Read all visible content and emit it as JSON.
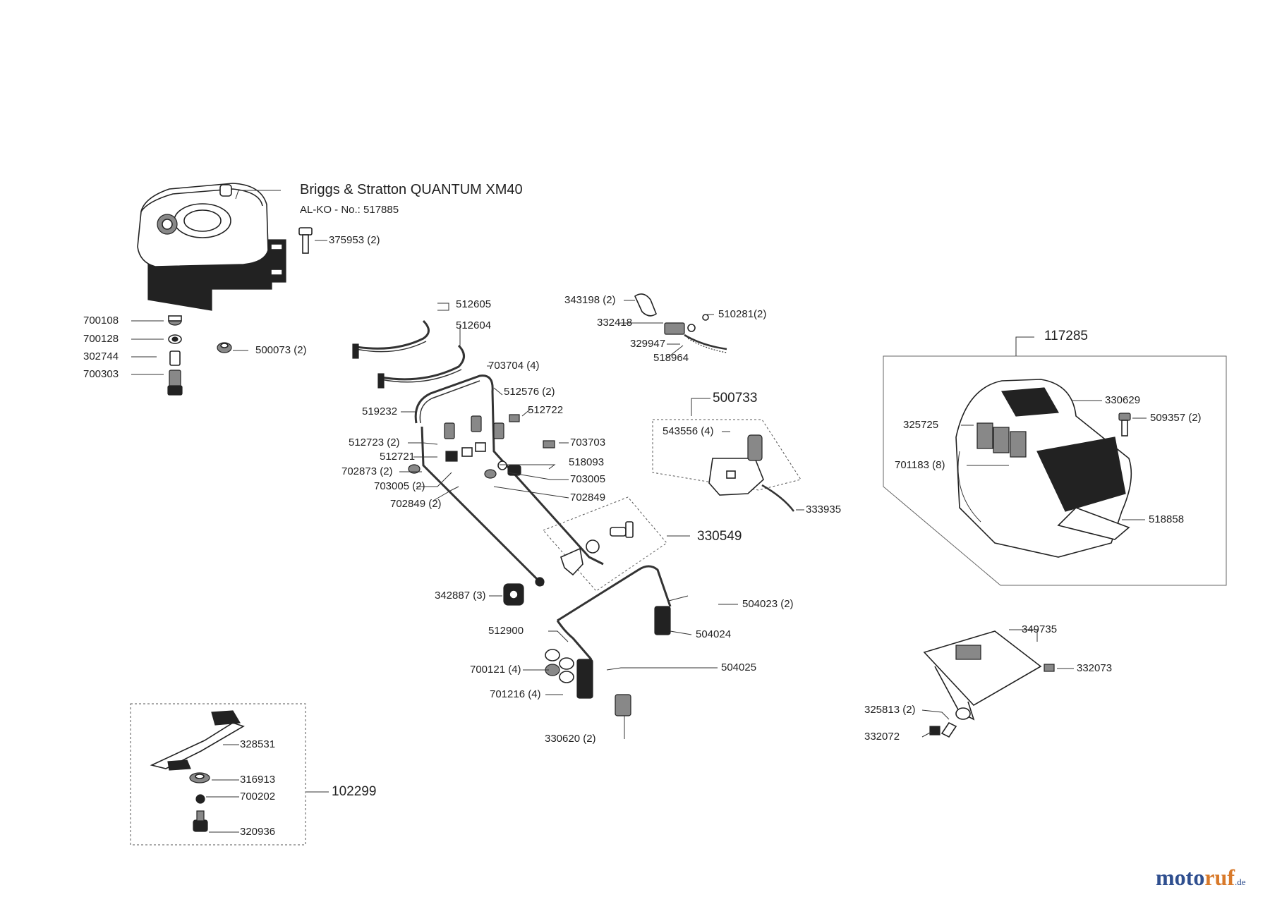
{
  "engine": {
    "title": "Briggs & Stratton QUANTUM XM40",
    "subtitle": "AL-KO - No.: 517885"
  },
  "logo": {
    "main": "motoruf",
    "suffix": ".de"
  },
  "parts": [
    {
      "id": "p375953",
      "text": "375953 (2)"
    },
    {
      "id": "p700108",
      "text": "700108"
    },
    {
      "id": "p700128",
      "text": "700128"
    },
    {
      "id": "p302744",
      "text": "302744"
    },
    {
      "id": "p700303",
      "text": "700303"
    },
    {
      "id": "p500073",
      "text": "500073 (2)"
    },
    {
      "id": "p512605",
      "text": "512605"
    },
    {
      "id": "p512604",
      "text": "512604"
    },
    {
      "id": "p703704",
      "text": "703704 (4)"
    },
    {
      "id": "p512576",
      "text": "512576 (2)"
    },
    {
      "id": "p519232",
      "text": "519232"
    },
    {
      "id": "p512722",
      "text": "512722"
    },
    {
      "id": "p512723",
      "text": "512723 (2)"
    },
    {
      "id": "p703703",
      "text": "703703"
    },
    {
      "id": "p512721",
      "text": "512721"
    },
    {
      "id": "p518093",
      "text": "518093"
    },
    {
      "id": "p702873",
      "text": "702873 (2)"
    },
    {
      "id": "p703005b",
      "text": "703005"
    },
    {
      "id": "p703005a",
      "text": "703005 (2)"
    },
    {
      "id": "p702849b",
      "text": "702849"
    },
    {
      "id": "p702849a",
      "text": "702849 (2)"
    },
    {
      "id": "p330549",
      "text": "330549",
      "big": true
    },
    {
      "id": "p342887",
      "text": "342887 (3)"
    },
    {
      "id": "p343198",
      "text": "343198 (2)"
    },
    {
      "id": "p510281",
      "text": "510281(2)"
    },
    {
      "id": "p332418",
      "text": "332418"
    },
    {
      "id": "p329947",
      "text": "329947"
    },
    {
      "id": "p518964",
      "text": "518964"
    },
    {
      "id": "p500733",
      "text": "500733",
      "big": true
    },
    {
      "id": "p543556",
      "text": "543556 (4)"
    },
    {
      "id": "p333935",
      "text": "333935"
    },
    {
      "id": "p117285",
      "text": "117285",
      "big": true
    },
    {
      "id": "p330629",
      "text": "330629"
    },
    {
      "id": "p325725",
      "text": "325725"
    },
    {
      "id": "p509357",
      "text": "509357 (2)"
    },
    {
      "id": "p701183",
      "text": "701183 (8)"
    },
    {
      "id": "p518858",
      "text": "518858"
    },
    {
      "id": "p504023",
      "text": "504023 (2)"
    },
    {
      "id": "p512900",
      "text": "512900"
    },
    {
      "id": "p504024",
      "text": "504024"
    },
    {
      "id": "p700121",
      "text": "700121 (4)"
    },
    {
      "id": "p504025",
      "text": "504025"
    },
    {
      "id": "p701216",
      "text": "701216 (4)"
    },
    {
      "id": "p330620",
      "text": "330620 (2)"
    },
    {
      "id": "p349735",
      "text": "349735"
    },
    {
      "id": "p332073",
      "text": "332073"
    },
    {
      "id": "p325813",
      "text": "325813 (2)"
    },
    {
      "id": "p332072",
      "text": "332072"
    },
    {
      "id": "p328531",
      "text": "328531"
    },
    {
      "id": "p316913",
      "text": "316913"
    },
    {
      "id": "p700202",
      "text": "700202"
    },
    {
      "id": "p320936",
      "text": "320936"
    },
    {
      "id": "p102299",
      "text": "102299",
      "big": true
    }
  ]
}
